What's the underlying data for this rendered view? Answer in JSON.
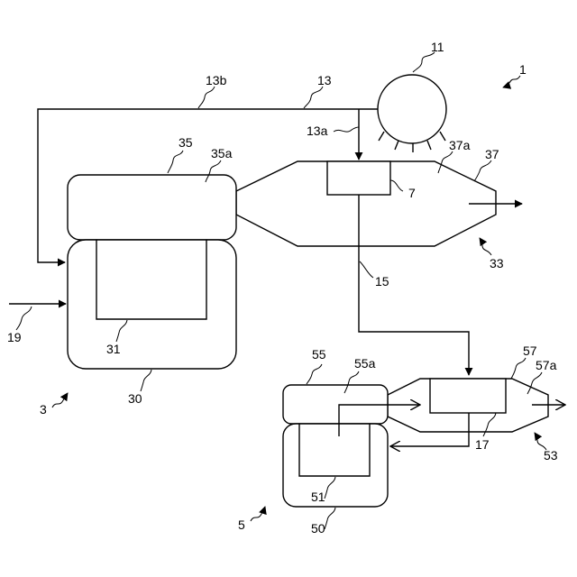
{
  "labels": {
    "l1": "1",
    "l3": "3",
    "l5": "5",
    "l7": "7",
    "l11": "11",
    "l13": "13",
    "l13a": "13a",
    "l13b": "13b",
    "l15": "15",
    "l17": "17",
    "l19": "19",
    "l30": "30",
    "l31": "31",
    "l33": "33",
    "l35": "35",
    "l35a": "35a",
    "l37": "37",
    "l37a": "37a",
    "l50": "50",
    "l51": "51",
    "l53": "53",
    "l55": "55",
    "l55a": "55a",
    "l57": "57",
    "l57a": "57a"
  }
}
